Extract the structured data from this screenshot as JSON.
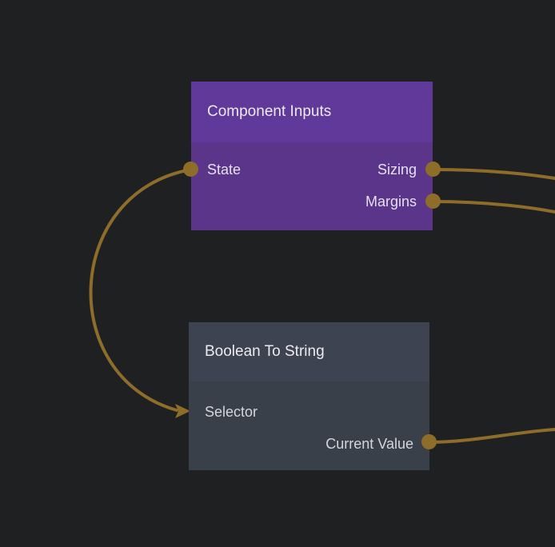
{
  "colors": {
    "canvas_bg": "#1f2021",
    "wire": "#8e6c29",
    "node1_header": "#61399b",
    "node1_body": "#5a3589",
    "node1_text": "#e6e0f1",
    "node2_header": "#3d4350",
    "node2_body": "#394049",
    "node2_text": "#d3d7dd",
    "title_text": "#eceaee"
  },
  "nodes": [
    {
      "title": "Component Inputs",
      "inputs": [
        {
          "label": "State",
          "connected": true
        }
      ],
      "outputs": [
        {
          "label": "Sizing",
          "connected": true
        },
        {
          "label": "Margins",
          "connected": true
        }
      ]
    },
    {
      "title": "Boolean To String",
      "inputs": [
        {
          "label": "Selector",
          "connected": true
        }
      ],
      "outputs": [
        {
          "label": "Current Value",
          "connected": true
        }
      ]
    }
  ],
  "connections": [
    {
      "from": "Component Inputs.State",
      "to": "Boolean To String.Selector"
    },
    {
      "from": "Component Inputs.Sizing",
      "to": "offscreen-right"
    },
    {
      "from": "Component Inputs.Margins",
      "to": "offscreen-right"
    },
    {
      "from": "Boolean To String.Current Value",
      "to": "offscreen-right"
    }
  ]
}
